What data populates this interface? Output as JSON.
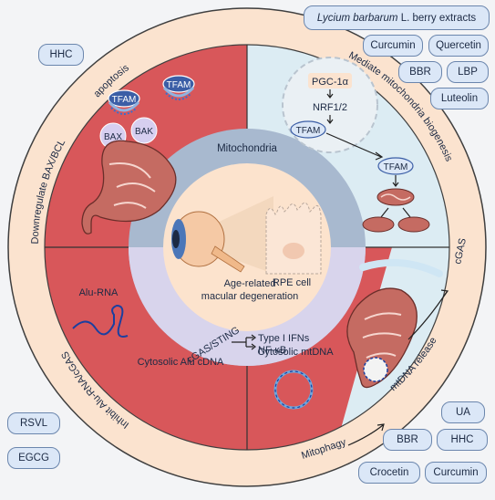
{
  "compounds": {
    "lycium_italic": "Lycium barbarum",
    "lycium_rest": " L. berry extracts",
    "hhc_top": "HHC",
    "curcumin_top": "Curcumin",
    "quercetin": "Quercetin",
    "bbr_top": "BBR",
    "lbp": "LBP",
    "luteolin": "Luteolin",
    "rsvl": "RSVL",
    "egcg": "EGCG",
    "ua": "UA",
    "bbr_bottom": "BBR",
    "hhc_bottom": "HHC",
    "crocetin": "Crocetin",
    "curcumin_bottom": "Curcumin"
  },
  "ring": {
    "apoptosis": "apoptosis",
    "downregulate": "Downregulate BAX/BCL",
    "biogenesis": "Mediate mitochondria biogenesis",
    "inhibit": "Inhibit Alu-RNA/cGAS",
    "mtdna_release": "mtDNA release",
    "cgas": "cGAS",
    "mitophagy": "Mitophagy"
  },
  "center": {
    "mitochondria": "Mitochondria",
    "rpe_cell": "RPE cell",
    "amd_line1": "Age-related",
    "amd_line2": "macular degeneration",
    "cgas_sting": "cGAS/STING",
    "type1_ifns": "Type I IFNs",
    "nfkb": "NF-κB"
  },
  "quadrants": {
    "tfam": "TFAM",
    "bax": "BAX",
    "bak": "BAK",
    "pgc": "PGC-1α",
    "nrf": "NRF1/2",
    "alu_rna": "Alu-RNA",
    "cytosolic_alu": "Cytosolic Alu cDNA",
    "cytosolic_mtdna": "Cytosolic mtDNA"
  },
  "colors": {
    "red": "#d8575a",
    "blue_quadrant": "#dcecf3",
    "ring": "#fbe3cf",
    "pill_fill": "#dbe7f7",
    "pill_border": "#6b86ad"
  }
}
